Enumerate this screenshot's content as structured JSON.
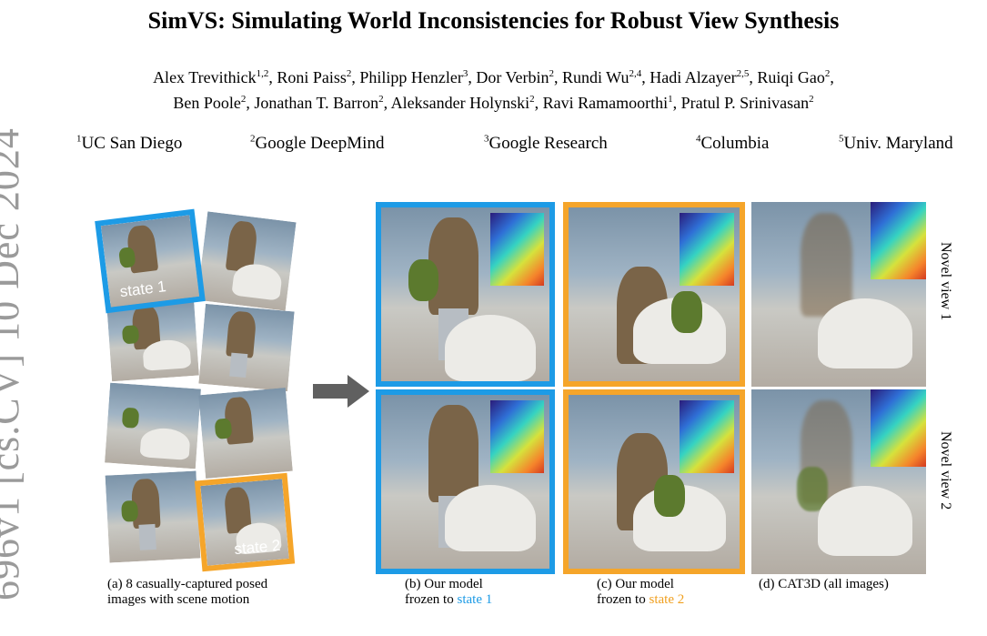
{
  "paper": {
    "title": "SimVS: Simulating World Inconsistencies for Robust View Synthesis",
    "authors_line1": [
      {
        "name": "Alex Trevithick",
        "sup": "1,2",
        "sep": ", "
      },
      {
        "name": "Roni Paiss",
        "sup": "2",
        "sep": ", "
      },
      {
        "name": "Philipp Henzler",
        "sup": "3",
        "sep": ", "
      },
      {
        "name": "Dor Verbin",
        "sup": "2",
        "sep": ", "
      },
      {
        "name": "Rundi Wu",
        "sup": "2,4",
        "sep": ", "
      },
      {
        "name": "Hadi Alzayer",
        "sup": "2,5",
        "sep": ", "
      },
      {
        "name": "Ruiqi Gao",
        "sup": "2",
        "sep": ","
      }
    ],
    "authors_line2": [
      {
        "name": "Ben Poole",
        "sup": "2",
        "sep": ", "
      },
      {
        "name": "Jonathan T. Barron",
        "sup": "2",
        "sep": ", "
      },
      {
        "name": "Aleksander Holynski",
        "sup": "2",
        "sep": ", "
      },
      {
        "name": "Ravi Ramamoorthi",
        "sup": "1",
        "sep": ", "
      },
      {
        "name": "Pratul P. Srinivasan",
        "sup": "2",
        "sep": ""
      }
    ],
    "affiliations": [
      {
        "sup": "1",
        "name": "UC San Diego"
      },
      {
        "sup": "2",
        "name": "Google DeepMind"
      },
      {
        "sup": "3",
        "name": "Google Research"
      },
      {
        "sup": "4",
        "name": "Columbia"
      },
      {
        "sup": "5",
        "name": "Univ. Maryland"
      }
    ],
    "arxiv_stamp": "696v1  [cs.CV]  10 Dec 2024"
  },
  "figure": {
    "tag_state1": "state 1",
    "tag_state2": "state 2",
    "caption_a_line1": "(a) 8 casually-captured posed",
    "caption_a_line2": "images with scene motion",
    "caption_b_line1": "(b) Our model",
    "caption_b_prefix": "frozen to ",
    "caption_b_state": "state 1",
    "caption_c_line1": "(c) Our model",
    "caption_c_prefix": "frozen to ",
    "caption_c_state": "state 2",
    "caption_d": "(d) CAT3D (all images)",
    "label_view1": "Novel view 1",
    "label_view2": "Novel view 2",
    "colors": {
      "state1": "#1d9be6",
      "state2": "#f5a52a",
      "arrow": "#606060"
    }
  }
}
